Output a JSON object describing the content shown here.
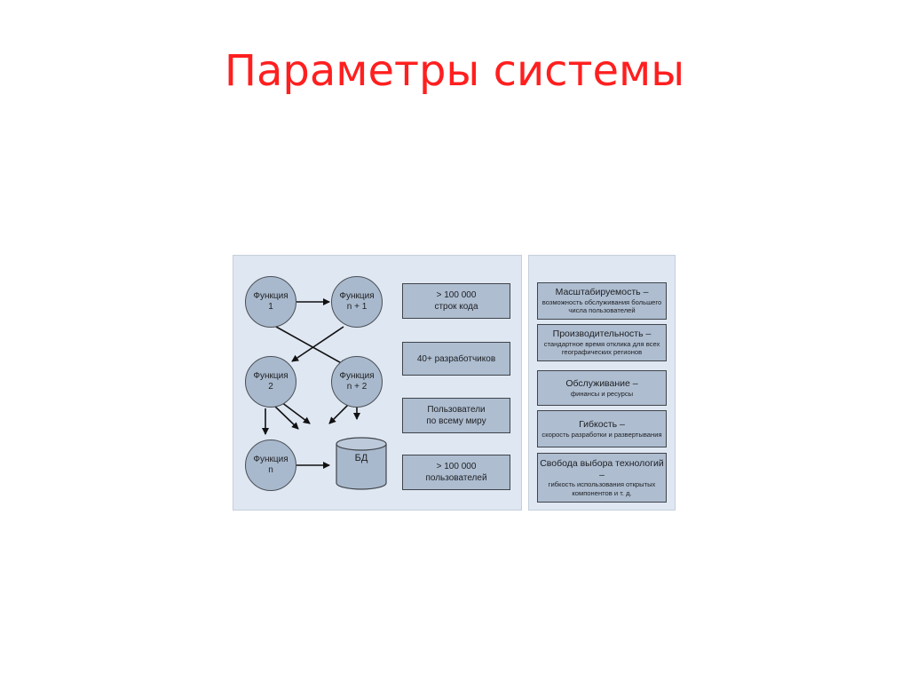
{
  "slide": {
    "title": "Параметры системы"
  },
  "diagram": {
    "nodes": [
      {
        "id": "f1",
        "line1": "Функция",
        "line2": "1"
      },
      {
        "id": "fn1",
        "line1": "Функция",
        "line2": "n + 1"
      },
      {
        "id": "f2",
        "line1": "Функция",
        "line2": "2"
      },
      {
        "id": "fn2",
        "line1": "Функция",
        "line2": "n + 2"
      },
      {
        "id": "fn",
        "line1": "Функция",
        "line2": "n"
      }
    ],
    "database": {
      "label": "БД"
    },
    "stats": [
      {
        "line1": "> 100 000",
        "line2": "строк кода"
      },
      {
        "line1": "40+ разработчиков",
        "line2": ""
      },
      {
        "line1": "Пользователи",
        "line2": "по всему миру"
      },
      {
        "line1": "> 100 000",
        "line2": "пользователей"
      }
    ],
    "parameters": [
      {
        "title": "Масштабируемость –",
        "desc": "возможность обслуживания большего числа пользователей"
      },
      {
        "title": "Производительность –",
        "desc": "стандартное время отклика для всех географических регионов"
      },
      {
        "title": "Обслуживание –",
        "desc": "финансы и ресурсы"
      },
      {
        "title": "Гибкость –",
        "desc": "скорость разработки и развертывания"
      },
      {
        "title": "Свобода выбора технологий –",
        "desc": "гибкость использования открытых компонентов и т. д."
      }
    ]
  }
}
